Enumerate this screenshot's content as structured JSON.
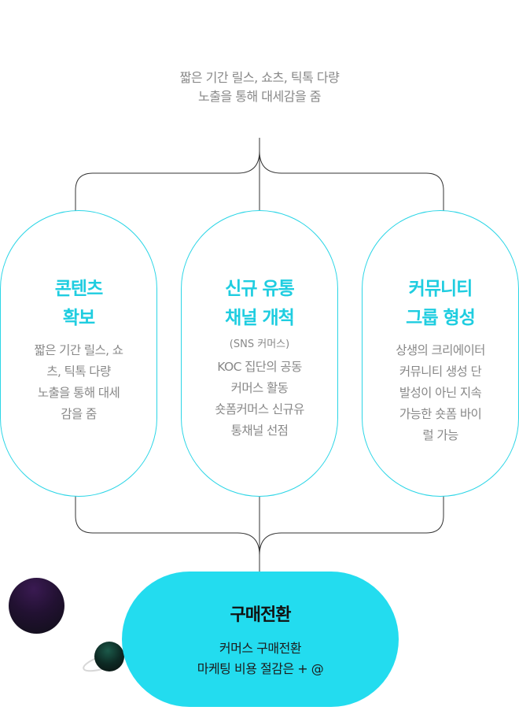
{
  "intro": {
    "lines": [
      "짧은 기간 릴스, 쇼츠, 틱톡 다량",
      "노출을 통해 대세감을 줌"
    ]
  },
  "pills": [
    {
      "title_lines": [
        "콘텐츠",
        "확보"
      ],
      "subtitle": "",
      "desc_lines": [
        "짧은 기간 릴스, 쇼",
        "츠, 틱톡 다량",
        "노출을 통해 대세",
        "감을 줌"
      ]
    },
    {
      "title_lines": [
        "신규 유통",
        "채널 개척"
      ],
      "subtitle": "(SNS 커머스)",
      "desc_lines": [
        "KOC 집단의 공동",
        "커머스 활동",
        "숏폼커머스 신규유",
        "통채널 선점"
      ]
    },
    {
      "title_lines": [
        "커뮤니티",
        "그룹 형성"
      ],
      "subtitle": "",
      "desc_lines": [
        "상생의 크리에이터",
        "커뮤니티 생성 단",
        "발성이 아닌 지속",
        "가능한  숏폼 바이",
        "럴 가능"
      ]
    }
  ],
  "result": {
    "title": "구매전환",
    "desc_lines": [
      "커머스 구매전환",
      "마케팅 비용 절감은 + @"
    ]
  },
  "colors": {
    "accent": "#23dcef",
    "pill_border": "#2ad5e6",
    "title": "#1fcde0",
    "text_gray": "#888888",
    "line": "#333333"
  }
}
